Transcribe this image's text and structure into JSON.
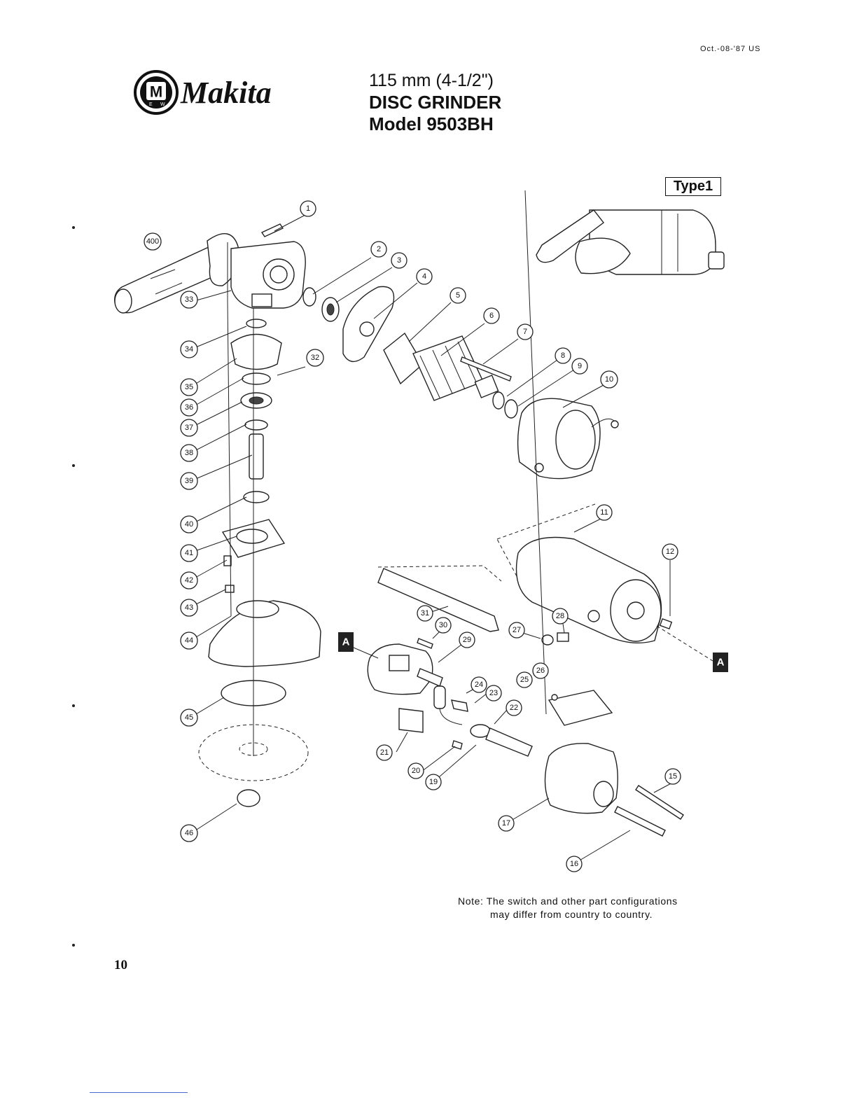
{
  "header": {
    "date_code": "Oct.-08-'87 US",
    "brand": "Makita",
    "logo_letters": "M E W",
    "title_line1": "115 mm (4-1/2\")",
    "title_line2": "DISC GRINDER",
    "title_line3": "Model 9503BH"
  },
  "type_badge": "Type1",
  "callouts": [
    "1",
    "2",
    "3",
    "4",
    "5",
    "6",
    "7",
    "8",
    "9",
    "10",
    "11",
    "12",
    "15",
    "16",
    "17",
    "19",
    "20",
    "21",
    "22",
    "23",
    "24",
    "25",
    "26",
    "27",
    "28",
    "29",
    "30",
    "31",
    "32",
    "33",
    "34",
    "35",
    "36",
    "37",
    "38",
    "39",
    "40",
    "41",
    "42",
    "43",
    "44",
    "45",
    "46",
    "400"
  ],
  "section_marker": "A",
  "note": {
    "line1": "Note: The switch and other part configurations",
    "line2": "may differ from country to country."
  },
  "page_number": "10"
}
